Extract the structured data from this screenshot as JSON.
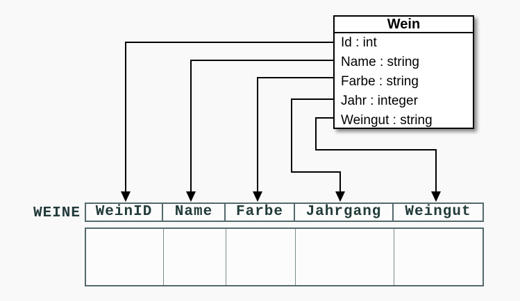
{
  "class_box": {
    "title": "Wein",
    "attributes": [
      "Id : int",
      "Name : string",
      "Farbe : string",
      "Jahr : integer",
      "Weingut : string"
    ]
  },
  "table": {
    "label": "WEINE",
    "columns": [
      "WeinID",
      "Name",
      "Farbe",
      "Jahrgang",
      "Weingut"
    ],
    "empty_rows": 1
  },
  "mappings": [
    {
      "from": "Id",
      "to": "WeinID"
    },
    {
      "from": "Name",
      "to": "Name"
    },
    {
      "from": "Farbe",
      "to": "Farbe"
    },
    {
      "from": "Jahr",
      "to": "Jahrgang"
    },
    {
      "from": "Weingut",
      "to": "Weingut"
    }
  ],
  "colors": {
    "background": "#f9f9f9",
    "box_fill": "#ffffff",
    "box_border": "#000000",
    "connector": "#000000",
    "table_border": "#54686c",
    "table_text": "#223b3a",
    "cell_fill": "#fcfcfc"
  }
}
